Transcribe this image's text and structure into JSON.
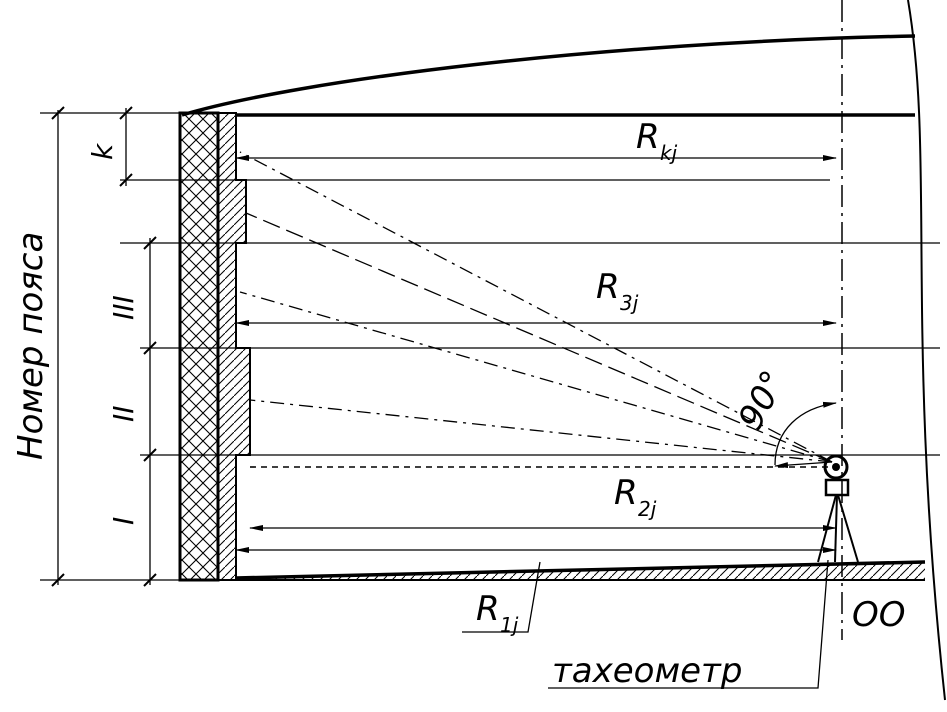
{
  "labels": {
    "belt_number": "Номер пояса",
    "tier_k": "k",
    "tier_3": "III",
    "tier_2": "II",
    "tier_1": "I",
    "r_k_main": "R",
    "r_k_sub": "kj",
    "r_3_main": "R",
    "r_3_sub": "3j",
    "r_2_main": "R",
    "r_2_sub": "2j",
    "r_1_main": "R",
    "r_1_sub": "1j",
    "angle": "90°",
    "axis": "OO",
    "instrument": "тахеометр"
  }
}
